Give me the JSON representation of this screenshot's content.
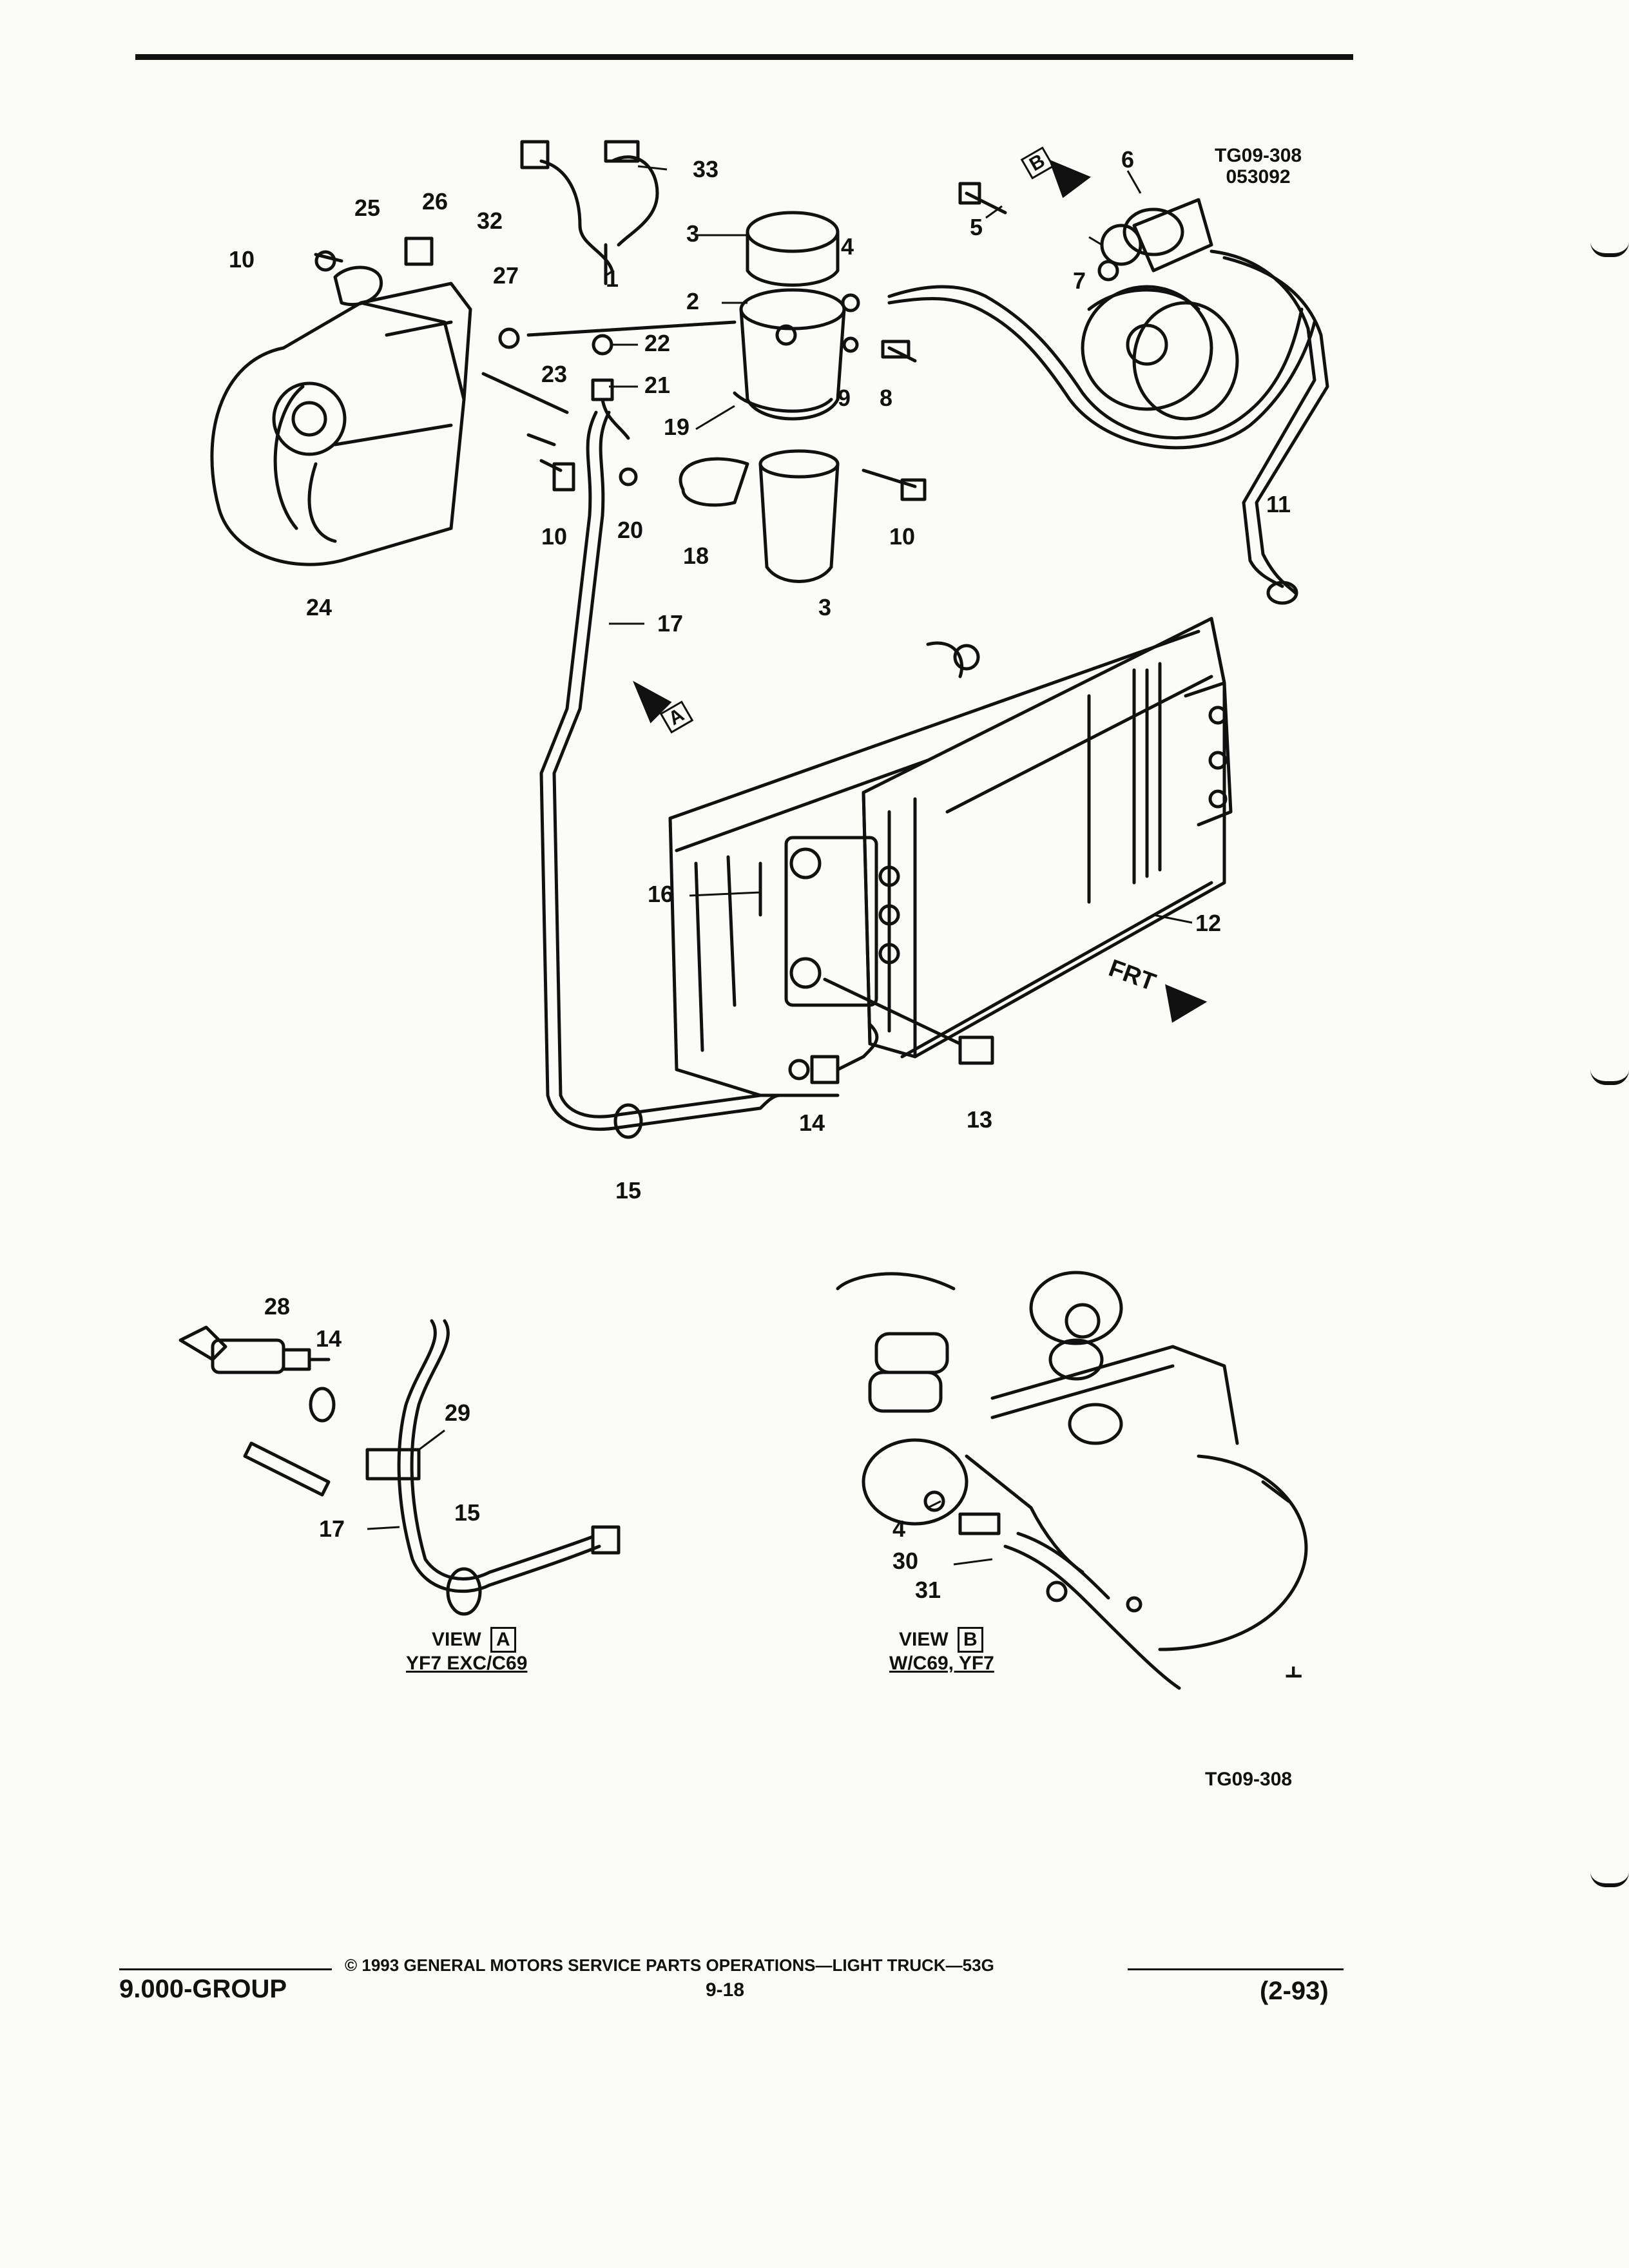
{
  "figure": {
    "id": "TG09-308",
    "date_code": "053092",
    "bottom_id": "TG09-308"
  },
  "callouts": {
    "c1": "1",
    "c2": "2",
    "c3a": "3",
    "c3b": "3",
    "c4": "4",
    "c4b": "4",
    "c5": "5",
    "c6": "6",
    "c7": "7",
    "c8": "8",
    "c9": "9",
    "c10a": "10",
    "c10b": "10",
    "c10c": "10",
    "c11": "11",
    "c12": "12",
    "c13": "13",
    "c14": "14",
    "c14b": "14",
    "c15": "15",
    "c15b": "15",
    "c16": "16",
    "c17": "17",
    "c17b": "17",
    "c18": "18",
    "c19": "19",
    "c20": "20",
    "c21": "21",
    "c22": "22",
    "c23": "23",
    "c24": "24",
    "c25": "25",
    "c26": "26",
    "c27": "27",
    "c28": "28",
    "c29": "29",
    "c30": "30",
    "c31": "31",
    "c32": "32",
    "c33": "33"
  },
  "markers": {
    "a": "A",
    "b": "B",
    "frt": "FRT"
  },
  "views": {
    "view_a": {
      "label": "VIEW",
      "letter": "A",
      "note": "YF7 EXC/C69"
    },
    "view_b": {
      "label": "VIEW",
      "letter": "B",
      "note": "W/C69, YF7"
    }
  },
  "footer": {
    "group": "9.000-GROUP",
    "copyright": "© 1993 GENERAL MOTORS SERVICE PARTS OPERATIONS—LIGHT TRUCK—53G",
    "page": "9-18",
    "revision": "(2-93)"
  }
}
